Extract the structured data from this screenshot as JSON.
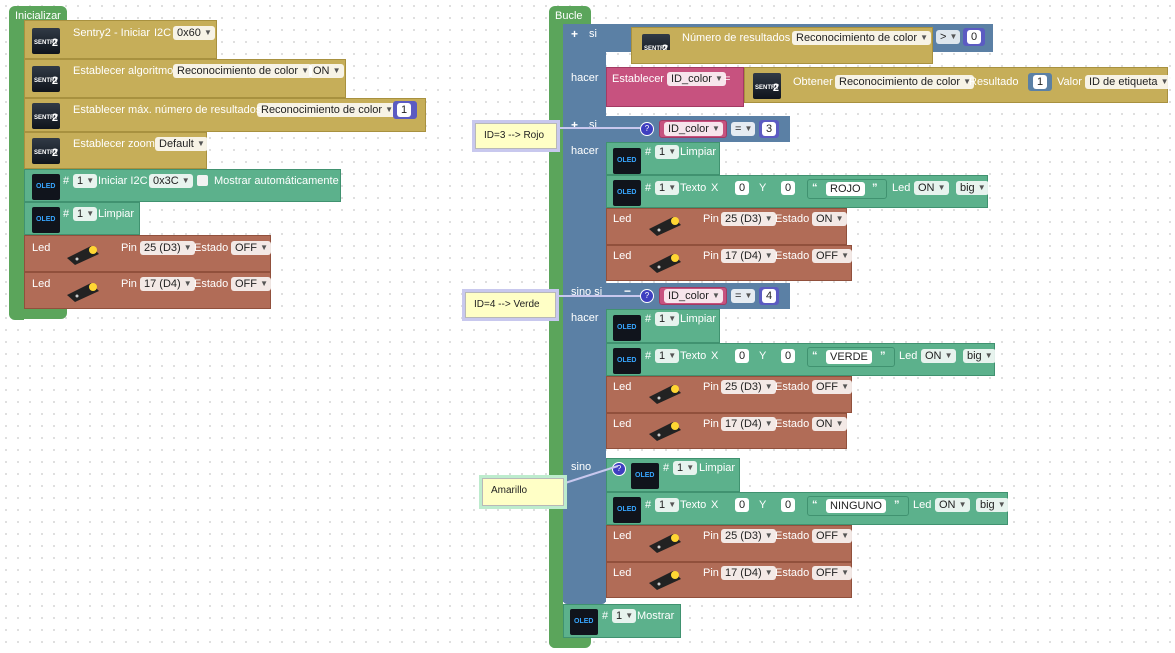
{
  "init": {
    "hat": "Inicializar",
    "sentry_start": {
      "label": "Sentry2 - Iniciar",
      "bus": "I2C",
      "addr": "0x60"
    },
    "set_algo": {
      "label": "Establecer algoritmo",
      "algo": "Reconocimiento de color",
      "state": "ON"
    },
    "set_max": {
      "label": "Establecer máx. número de resultados",
      "algo": "Reconocimiento de color",
      "value": "1"
    },
    "set_zoom": {
      "label": "Establecer zoom",
      "value": "Default"
    },
    "oled_init": {
      "hash": "#",
      "num": "1",
      "label": "Iniciar I2C",
      "addr": "0x3C",
      "auto": "Mostrar automáticamente"
    },
    "oled_clear": {
      "hash": "#",
      "num": "1",
      "label": "Limpiar"
    },
    "led1": {
      "label": "Led",
      "pin_label": "Pin",
      "pin": "25 (D3)",
      "state_label": "Estado",
      "state": "OFF"
    },
    "led2": {
      "label": "Led",
      "pin_label": "Pin",
      "pin": "17 (D4)",
      "state_label": "Estado",
      "state": "OFF"
    }
  },
  "loop": {
    "hat": "Bucle",
    "if1": {
      "si": "si",
      "hacer": "hacer",
      "cond_label": "Número de resultados",
      "cond_algo": "Reconocimiento de color",
      "op": ">",
      "value": "0",
      "set_label": "Establecer",
      "var": "ID_color",
      "eq": "=",
      "get_label": "Obtener",
      "get_algo": "Reconocimiento de color",
      "result_label": "Resultado",
      "result": "1",
      "value_label": "Valor",
      "value_field": "ID de etiqueta"
    },
    "if2": {
      "si": "si",
      "sino_si": "sino si",
      "sino": "sino",
      "hacer": "hacer",
      "cond1": {
        "var": "ID_color",
        "op": "=",
        "value": "3"
      },
      "cond2": {
        "var": "ID_color",
        "op": "=",
        "value": "4"
      },
      "comment1": "ID=3 --> Rojo",
      "comment2": "ID=4 --> Verde",
      "comment3": "Amarillo",
      "branch1": {
        "clear": {
          "hash": "#",
          "num": "1",
          "label": "Limpiar"
        },
        "text": {
          "hash": "#",
          "num": "1",
          "label": "Texto",
          "x_label": "X",
          "x": "0",
          "y_label": "Y",
          "y": "0",
          "text": "ROJO",
          "led_label": "Led",
          "led": "ON",
          "size": "big"
        },
        "led1": {
          "label": "Led",
          "pin_label": "Pin",
          "pin": "25 (D3)",
          "state_label": "Estado",
          "state": "ON"
        },
        "led2": {
          "label": "Led",
          "pin_label": "Pin",
          "pin": "17 (D4)",
          "state_label": "Estado",
          "state": "OFF"
        }
      },
      "branch2": {
        "clear": {
          "hash": "#",
          "num": "1",
          "label": "Limpiar"
        },
        "text": {
          "hash": "#",
          "num": "1",
          "label": "Texto",
          "x_label": "X",
          "x": "0",
          "y_label": "Y",
          "y": "0",
          "text": "VERDE",
          "led_label": "Led",
          "led": "ON",
          "size": "big"
        },
        "led1": {
          "label": "Led",
          "pin_label": "Pin",
          "pin": "25 (D3)",
          "state_label": "Estado",
          "state": "OFF"
        },
        "led2": {
          "label": "Led",
          "pin_label": "Pin",
          "pin": "17 (D4)",
          "state_label": "Estado",
          "state": "ON"
        }
      },
      "branch3": {
        "clear": {
          "hash": "#",
          "num": "1",
          "label": "Limpiar"
        },
        "text": {
          "hash": "#",
          "num": "1",
          "label": "Texto",
          "x_label": "X",
          "x": "0",
          "y_label": "Y",
          "y": "0",
          "text": "NINGUNO",
          "led_label": "Led",
          "led": "ON",
          "size": "big"
        },
        "led1": {
          "label": "Led",
          "pin_label": "Pin",
          "pin": "25 (D3)",
          "state_label": "Estado",
          "state": "OFF"
        },
        "led2": {
          "label": "Led",
          "pin_label": "Pin",
          "pin": "17 (D4)",
          "state_label": "Estado",
          "state": "OFF"
        }
      }
    },
    "show": {
      "hash": "#",
      "num": "1",
      "label": "Mostrar"
    }
  },
  "icons": {
    "sentry_text": "SENTRY",
    "sentry_num": "2",
    "oled_text": "OLED"
  },
  "colors": {
    "event": "#5ba55b",
    "sentry": "#c6ae59",
    "oled": "#5cb18c",
    "led": "#b16c57",
    "logic": "#5b80a5",
    "variable": "#c7527f",
    "compare": "#5b5bc2"
  }
}
